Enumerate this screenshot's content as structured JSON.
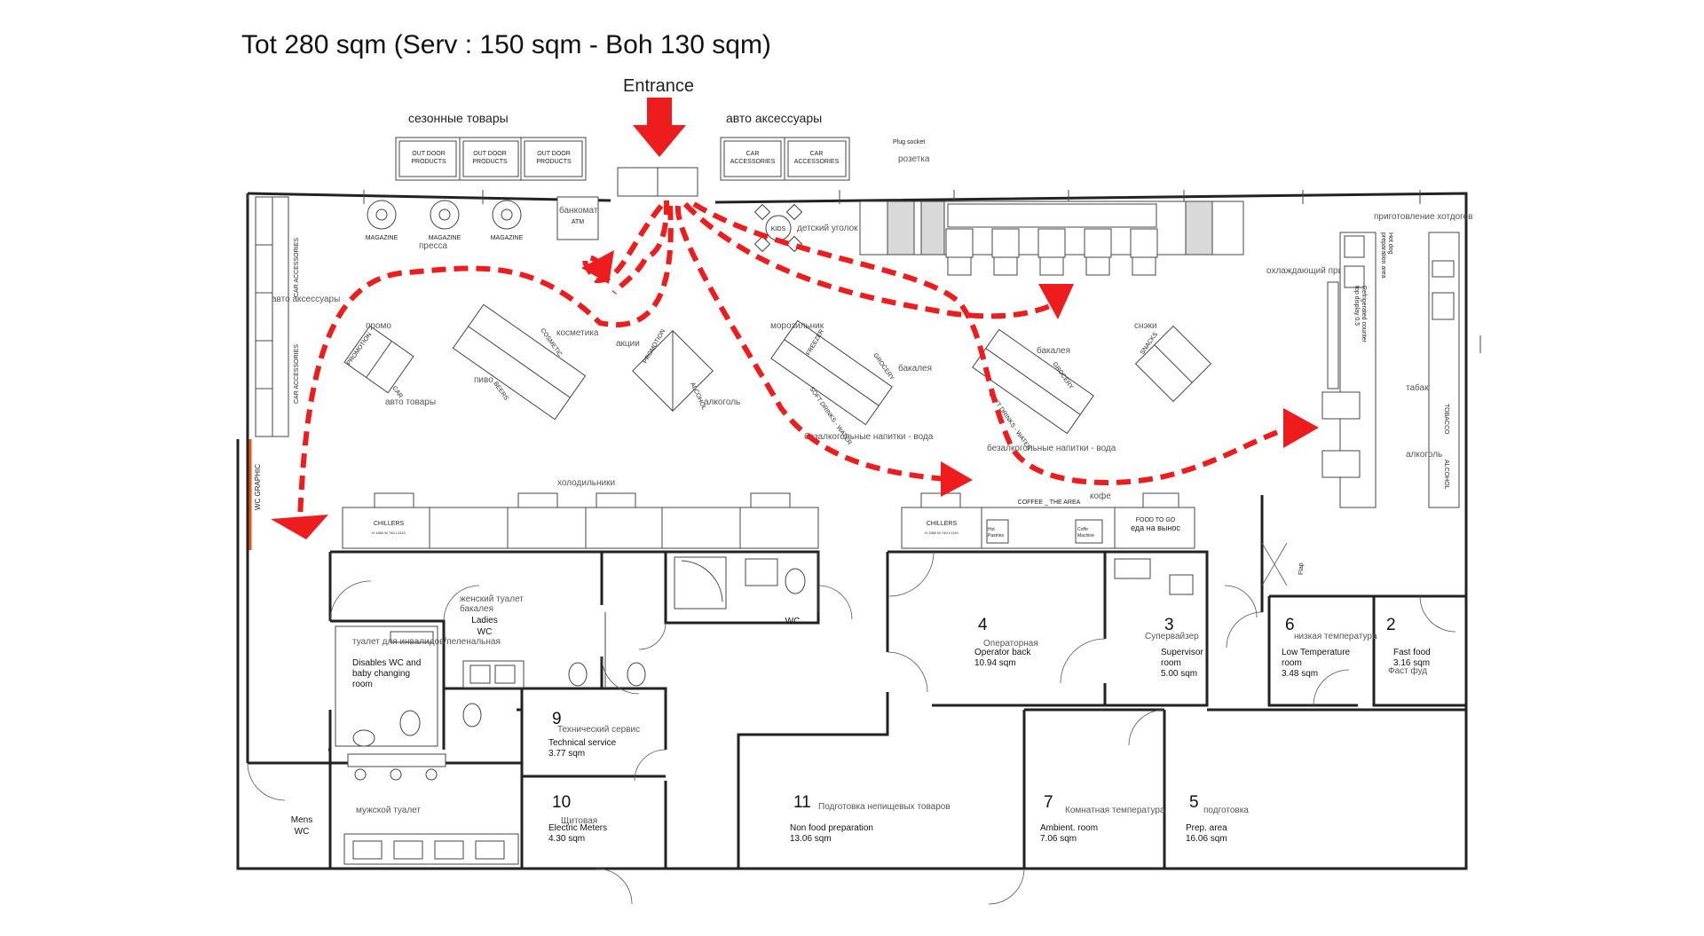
{
  "header": {
    "title": "Tot 280 sqm (Serv : 150 sqm - Boh 130 sqm)",
    "entrance": "Entrance"
  },
  "top_zones": {
    "seasonal": "сезонные товары",
    "auto": "авто аксессуары",
    "outdoor": [
      "OUT DOOR",
      "PRODUCTS"
    ],
    "car_acc": [
      "CAR",
      "ACCESSORIES"
    ],
    "plug": "Plug socket",
    "plug_ru": "розетка"
  },
  "front_zone": {
    "magazine": "MAGAZINE",
    "press_ru": "пресса",
    "atm_ru": "банкомат",
    "atm": "ATM",
    "kids": "KIDS",
    "kids_ru": "детский уголок",
    "hotdog_ru": "приготовление хотдогов",
    "hotdog": [
      "Hot dog",
      "preparation area"
    ],
    "chill_counter_ru": "охлаждающий прилавок",
    "chill_counter": [
      "Refrigerated counter",
      "top display 0.5"
    ]
  },
  "sales_floor": {
    "car_acc_wall": "CAR ACCESSORIES",
    "auto_acc_ru": "авто аксессуары",
    "promo_ru": "промо",
    "promotion": "PROMOTION",
    "car": "CAR",
    "auto_goods_ru": "авто товары",
    "cosmetic": "COSMETIC",
    "cosmetic_ru": "косметика",
    "beers": "BEERS",
    "beer_ru": "пиво",
    "promos_ru": "акции",
    "alcohol": "ALCOHOL",
    "alcohol_ru": "алкоголь",
    "freezer": "FREEZER",
    "freezer_ru": "морозильник",
    "grocery": "GROCERY",
    "grocery_ru": "бакалея",
    "soft_water": "SOFT DRINKS - WATER",
    "soft_water_ru": "безалкогольные напитки - вода",
    "snacks": "SNACKS",
    "snacks_ru": "снэки",
    "tobacco_ru": "табак",
    "tobacco": "TOBACCO",
    "alcohol_ru2": "алкоголь",
    "alcohol2": "ALCOHOL",
    "fridges_ru": "холодильники",
    "chillers": "CHILLERS",
    "chillers_spec": "H 1980 W 740 L1310",
    "coffee": "COFFEE _ THE AREA",
    "coffee_ru": "кофе",
    "hot_pastries": [
      "Hot",
      "Pastries"
    ],
    "coffee_machine": [
      "Coffe",
      "Machine"
    ],
    "food_to_go": "FOOD TO GO",
    "food_to_go_ru": "еда на вынос",
    "wc_graphic": "WC GRAPHIC",
    "flap": "Flap"
  },
  "rooms": {
    "r4": {
      "num": "4",
      "ru": "Операторная",
      "name": "Operator back",
      "area": "10.94 sqm"
    },
    "r3": {
      "num": "3",
      "ru": "Супервайзер",
      "name": [
        "Supervisor",
        "room"
      ],
      "area": "5.00 sqm"
    },
    "r6": {
      "num": "6",
      "ru": "низкая температура",
      "name": [
        "Low Temperature",
        "room"
      ],
      "area": "3.48 sqm"
    },
    "r2": {
      "num": "2",
      "ru": "Фаст фуд",
      "name": "Fast food",
      "area": "3.16 sqm"
    },
    "r9": {
      "num": "9",
      "ru": "Технический сервис",
      "name": "Technical service",
      "area": "3.77 sqm"
    },
    "r10": {
      "num": "10",
      "ru": "Щитовая",
      "name": "Electric Meters",
      "area": "4.30 sqm"
    },
    "r11": {
      "num": "11",
      "ru": "Подготовка непищевых товаров",
      "name": "Non food preparation",
      "area": "13.06 sqm"
    },
    "r7": {
      "num": "7",
      "ru": "Комнатная температура",
      "name": "Ambient. room",
      "area": "7.06 sqm"
    },
    "r5": {
      "num": "5",
      "ru": "подготовка",
      "name": "Prep. area",
      "area": "16.06 sqm"
    }
  },
  "wc": {
    "ladies_ru": [
      "женский туалет",
      "бакалея"
    ],
    "ladies": [
      "Ladies",
      "WC"
    ],
    "disabled_ru": "туалет для инвалидов/пеленальная",
    "disabled": [
      "Disables WC and",
      "baby changing",
      "room"
    ],
    "wc": "WC",
    "mens_ru": "мужской туалет",
    "mens": [
      "Mens",
      "WC"
    ]
  },
  "colors": {
    "flow": "#ee1c1c",
    "wall": "#222222",
    "wc_graphic": "#e8561e"
  }
}
